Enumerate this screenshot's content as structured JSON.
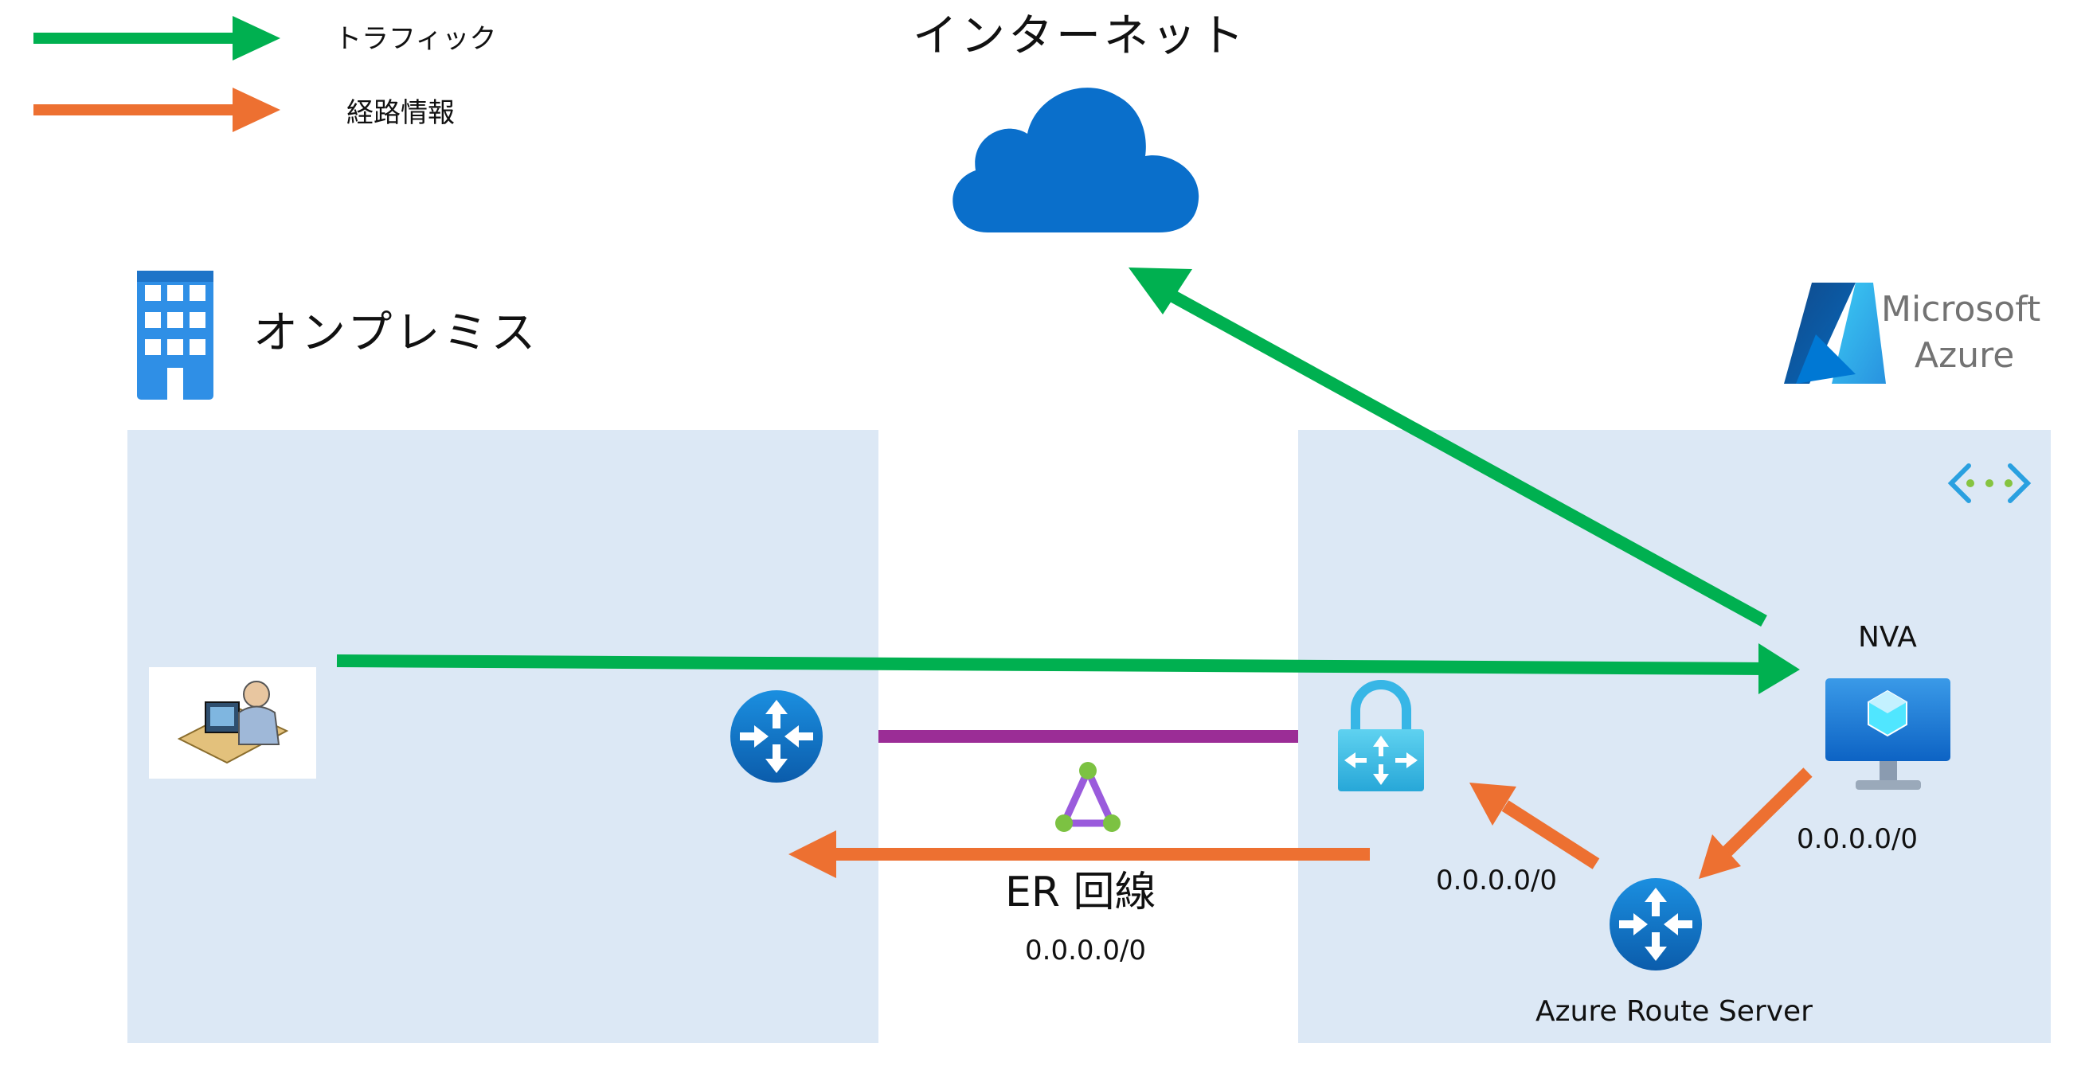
{
  "legend": {
    "traffic": {
      "label": "トラフィック",
      "color": "#00b050"
    },
    "routing": {
      "label": "経路情報",
      "color": "#ed7031"
    }
  },
  "internet": {
    "label": "インターネット",
    "icon": "cloud-icon",
    "color": "#0a6fcb"
  },
  "onprem": {
    "label": "オンプレミス",
    "icon": "building-icon",
    "panel_color": "#dce8f5"
  },
  "azure": {
    "logo_line1": "Microsoft",
    "logo_line2": "Azure",
    "panel_color": "#dce8f5",
    "vnet_icon": "virtual-network-icon"
  },
  "nodes": {
    "client": {
      "icon": "user-workstation-icon"
    },
    "onprem_router": {
      "icon": "router-icon"
    },
    "er_gateway": {
      "icon": "vpn-gateway-icon"
    },
    "nva": {
      "label": "NVA",
      "icon": "virtual-machine-icon"
    },
    "route_server": {
      "label": "Azure Route Server",
      "icon": "router-icon"
    }
  },
  "er_circuit": {
    "label": "ER 回線",
    "icon": "expressroute-circuit-icon",
    "color": "#9b2d96"
  },
  "routes": {
    "er_advertised": "0.0.0.0/0",
    "nva_to_route_server": "0.0.0.0/0",
    "route_server_to_gateway": "0.0.0.0/0"
  }
}
